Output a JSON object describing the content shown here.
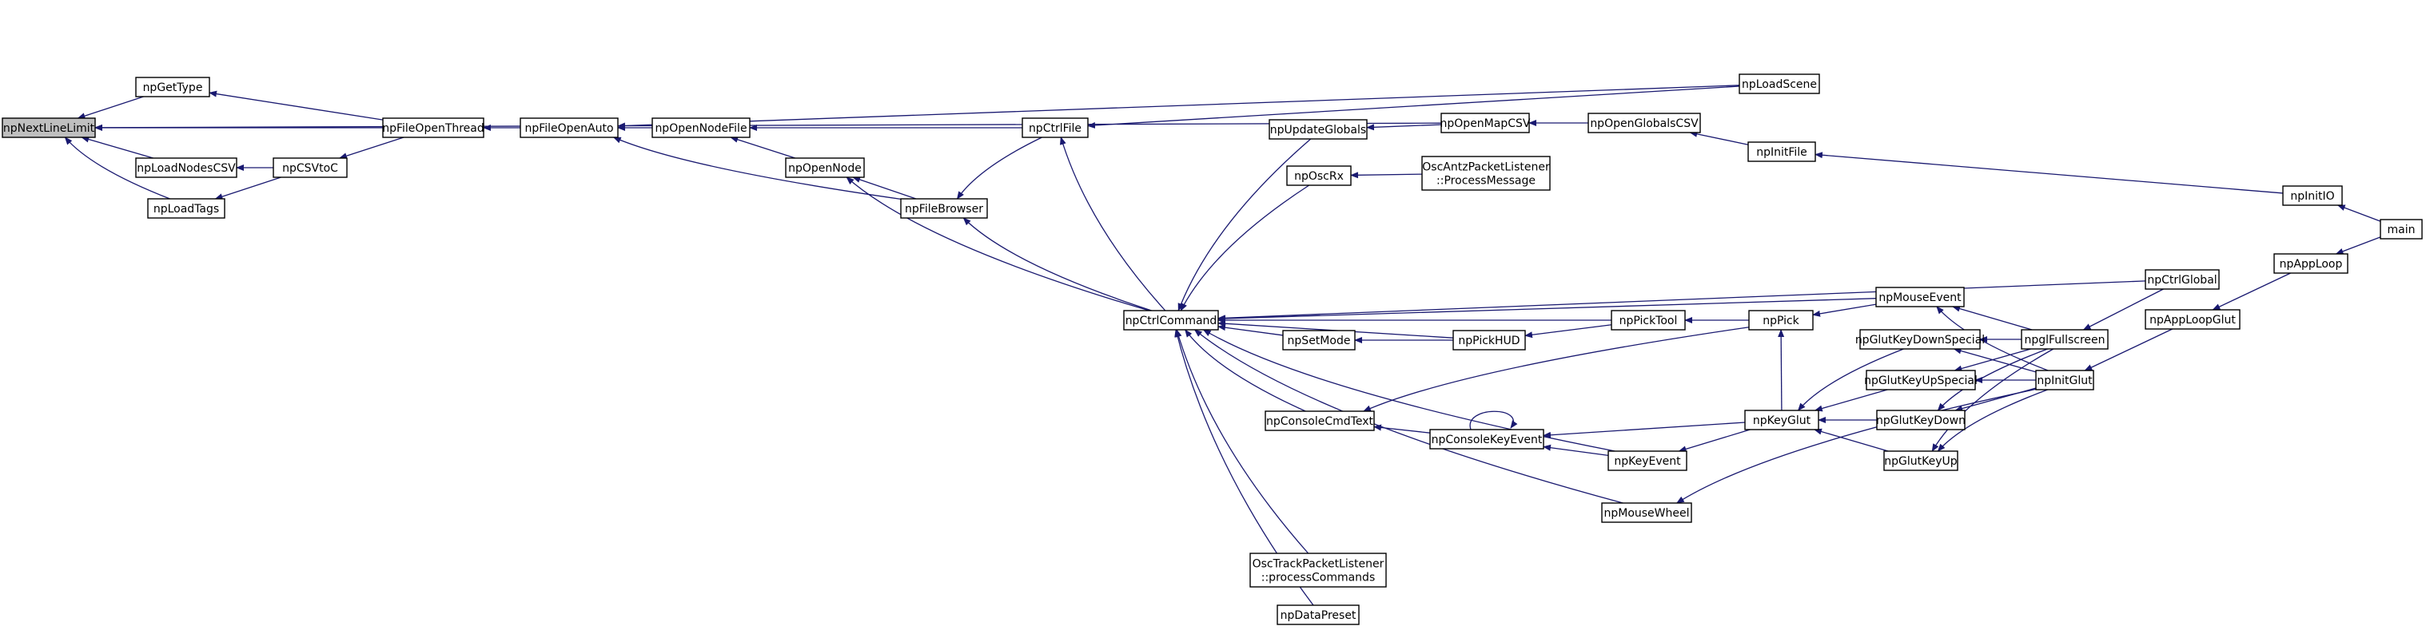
{
  "diagram": {
    "type": "call-graph",
    "colors": {
      "edge": "#191970",
      "root_fill": "#bfbfbf",
      "node_fill": "#ffffff",
      "border": "#000000"
    },
    "nodes": [
      {
        "id": "npNextLineLimit",
        "lines": [
          "npNextLineLimit"
        ],
        "root": true
      },
      {
        "id": "npGetType",
        "lines": [
          "npGetType"
        ]
      },
      {
        "id": "npLoadNodesCSV",
        "lines": [
          "npLoadNodesCSV"
        ]
      },
      {
        "id": "npLoadTags",
        "lines": [
          "npLoadTags"
        ]
      },
      {
        "id": "npCSVtoC",
        "lines": [
          "npCSVtoC"
        ]
      },
      {
        "id": "npFileOpenThread",
        "lines": [
          "npFileOpenThread"
        ]
      },
      {
        "id": "npFileOpenAuto",
        "lines": [
          "npFileOpenAuto"
        ]
      },
      {
        "id": "npOpenNodeFile",
        "lines": [
          "npOpenNodeFile"
        ]
      },
      {
        "id": "npOpenNode",
        "lines": [
          "npOpenNode"
        ]
      },
      {
        "id": "npFileBrowser",
        "lines": [
          "npFileBrowser"
        ]
      },
      {
        "id": "npCtrlFile",
        "lines": [
          "npCtrlFile"
        ]
      },
      {
        "id": "npCtrlCommand",
        "lines": [
          "npCtrlCommand"
        ]
      },
      {
        "id": "npUpdateGlobals",
        "lines": [
          "npUpdateGlobals"
        ]
      },
      {
        "id": "npOscRx",
        "lines": [
          "npOscRx"
        ]
      },
      {
        "id": "npSetMode",
        "lines": [
          "npSetMode"
        ]
      },
      {
        "id": "npConsoleCmdText",
        "lines": [
          "npConsoleCmdText"
        ]
      },
      {
        "id": "OscTrackPacketListener",
        "lines": [
          "OscTrackPacketListener",
          "::processCommands"
        ]
      },
      {
        "id": "npDataPreset",
        "lines": [
          "npDataPreset"
        ]
      },
      {
        "id": "npOpenMapCSV",
        "lines": [
          "npOpenMapCSV"
        ]
      },
      {
        "id": "OscAntzPacketListener",
        "lines": [
          "OscAntzPacketListener",
          "::ProcessMessage"
        ]
      },
      {
        "id": "npPickHUD",
        "lines": [
          "npPickHUD"
        ]
      },
      {
        "id": "npConsoleKeyEvent",
        "lines": [
          "npConsoleKeyEvent"
        ]
      },
      {
        "id": "npOpenGlobalsCSV",
        "lines": [
          "npOpenGlobalsCSV"
        ]
      },
      {
        "id": "npPickTool",
        "lines": [
          "npPickTool"
        ]
      },
      {
        "id": "npKeyEvent",
        "lines": [
          "npKeyEvent"
        ]
      },
      {
        "id": "npMouseWheel",
        "lines": [
          "npMouseWheel"
        ]
      },
      {
        "id": "npLoadScene",
        "lines": [
          "npLoadScene"
        ]
      },
      {
        "id": "npInitFile",
        "lines": [
          "npInitFile"
        ]
      },
      {
        "id": "npPick",
        "lines": [
          "npPick"
        ]
      },
      {
        "id": "npKeyGlut",
        "lines": [
          "npKeyGlut"
        ]
      },
      {
        "id": "npMouseEvent",
        "lines": [
          "npMouseEvent"
        ]
      },
      {
        "id": "npGlutKeyDownSpecial",
        "lines": [
          "npGlutKeyDownSpecial"
        ]
      },
      {
        "id": "npGlutKeyUpSpecial",
        "lines": [
          "npGlutKeyUpSpecial"
        ]
      },
      {
        "id": "npGlutKeyDown",
        "lines": [
          "npGlutKeyDown"
        ]
      },
      {
        "id": "npGlutKeyUp",
        "lines": [
          "npGlutKeyUp"
        ]
      },
      {
        "id": "npglFullscreen",
        "lines": [
          "npglFullscreen"
        ]
      },
      {
        "id": "npInitGlut",
        "lines": [
          "npInitGlut"
        ]
      },
      {
        "id": "npCtrlGlobal",
        "lines": [
          "npCtrlGlobal"
        ]
      },
      {
        "id": "npAppLoopGlut",
        "lines": [
          "npAppLoopGlut"
        ]
      },
      {
        "id": "npAppLoop",
        "lines": [
          "npAppLoop"
        ]
      },
      {
        "id": "npInitIO",
        "lines": [
          "npInitIO"
        ]
      },
      {
        "id": "main",
        "lines": [
          "main"
        ]
      }
    ],
    "edges": [
      {
        "from": "npGetType",
        "to": "npNextLineLimit"
      },
      {
        "from": "npLoadNodesCSV",
        "to": "npNextLineLimit"
      },
      {
        "from": "npLoadTags",
        "to": "npNextLineLimit"
      },
      {
        "from": "npFileOpenThread",
        "to": "npNextLineLimit"
      },
      {
        "from": "npOpenMapCSV",
        "to": "npNextLineLimit"
      },
      {
        "from": "npFileOpenThread",
        "to": "npGetType"
      },
      {
        "from": "npCSVtoC",
        "to": "npLoadNodesCSV"
      },
      {
        "from": "npCSVtoC",
        "to": "npLoadTags"
      },
      {
        "from": "npFileOpenThread",
        "to": "npCSVtoC"
      },
      {
        "from": "npFileOpenAuto",
        "to": "npFileOpenThread"
      },
      {
        "from": "npOpenNodeFile",
        "to": "npFileOpenAuto"
      },
      {
        "from": "npFileBrowser",
        "to": "npFileOpenAuto"
      },
      {
        "from": "npLoadScene",
        "to": "npFileOpenAuto"
      },
      {
        "from": "npCtrlFile",
        "to": "npOpenNodeFile"
      },
      {
        "from": "npOpenNode",
        "to": "npOpenNodeFile"
      },
      {
        "from": "npFileBrowser",
        "to": "npOpenNode"
      },
      {
        "from": "npCtrlCommand",
        "to": "npOpenNode"
      },
      {
        "from": "npCtrlFile",
        "to": "npFileBrowser"
      },
      {
        "from": "npCtrlCommand",
        "to": "npFileBrowser"
      },
      {
        "from": "npCtrlCommand",
        "to": "npCtrlFile"
      },
      {
        "from": "npLoadScene",
        "to": "npCtrlFile"
      },
      {
        "from": "npUpdateGlobals",
        "to": "npCtrlCommand"
      },
      {
        "from": "npOscRx",
        "to": "npCtrlCommand"
      },
      {
        "from": "npSetMode",
        "to": "npCtrlCommand"
      },
      {
        "from": "npConsoleCmdText",
        "to": "npCtrlCommand"
      },
      {
        "from": "OscTrackPacketListener",
        "to": "npCtrlCommand"
      },
      {
        "from": "npDataPreset",
        "to": "npCtrlCommand"
      },
      {
        "from": "npPickHUD",
        "to": "npCtrlCommand"
      },
      {
        "from": "npPickTool",
        "to": "npCtrlCommand"
      },
      {
        "from": "npKeyEvent",
        "to": "npCtrlCommand"
      },
      {
        "from": "npMouseWheel",
        "to": "npCtrlCommand"
      },
      {
        "from": "npMouseEvent",
        "to": "npCtrlCommand"
      },
      {
        "from": "npCtrlGlobal",
        "to": "npCtrlCommand"
      },
      {
        "from": "npOpenMapCSV",
        "to": "npUpdateGlobals"
      },
      {
        "from": "npOpenGlobalsCSV",
        "to": "npOpenMapCSV"
      },
      {
        "from": "npInitFile",
        "to": "npOpenGlobalsCSV"
      },
      {
        "from": "npInitIO",
        "to": "npInitFile"
      },
      {
        "from": "main",
        "to": "npInitIO"
      },
      {
        "from": "OscAntzPacketListener",
        "to": "npOscRx"
      },
      {
        "from": "npPickHUD",
        "to": "npSetMode"
      },
      {
        "from": "npPickTool",
        "to": "npPickHUD"
      },
      {
        "from": "npPick",
        "to": "npPickTool"
      },
      {
        "from": "npMouseEvent",
        "to": "npPick"
      },
      {
        "from": "npKeyGlut",
        "to": "npPick"
      },
      {
        "from": "npPick",
        "to": "npConsoleCmdText"
      },
      {
        "from": "npConsoleKeyEvent",
        "to": "npConsoleCmdText"
      },
      {
        "from": "npConsoleKeyEvent",
        "to": "npConsoleKeyEvent"
      },
      {
        "from": "npKeyGlut",
        "to": "npConsoleKeyEvent"
      },
      {
        "from": "npKeyEvent",
        "to": "npConsoleKeyEvent"
      },
      {
        "from": "npKeyGlut",
        "to": "npKeyEvent"
      },
      {
        "from": "npGlutKeyDownSpecial",
        "to": "npKeyGlut"
      },
      {
        "from": "npGlutKeyUpSpecial",
        "to": "npKeyGlut"
      },
      {
        "from": "npGlutKeyDown",
        "to": "npKeyGlut"
      },
      {
        "from": "npGlutKeyUp",
        "to": "npKeyGlut"
      },
      {
        "from": "npInitGlut",
        "to": "npMouseWheel"
      },
      {
        "from": "npglFullscreen",
        "to": "npMouseEvent"
      },
      {
        "from": "npInitGlut",
        "to": "npMouseEvent"
      },
      {
        "from": "npglFullscreen",
        "to": "npGlutKeyDownSpecial"
      },
      {
        "from": "npInitGlut",
        "to": "npGlutKeyDownSpecial"
      },
      {
        "from": "npglFullscreen",
        "to": "npGlutKeyUpSpecial"
      },
      {
        "from": "npInitGlut",
        "to": "npGlutKeyUpSpecial"
      },
      {
        "from": "npglFullscreen",
        "to": "npGlutKeyDown"
      },
      {
        "from": "npInitGlut",
        "to": "npGlutKeyDown"
      },
      {
        "from": "npglFullscreen",
        "to": "npGlutKeyUp"
      },
      {
        "from": "npInitGlut",
        "to": "npGlutKeyUp"
      },
      {
        "from": "npCtrlGlobal",
        "to": "npglFullscreen"
      },
      {
        "from": "npAppLoopGlut",
        "to": "npInitGlut"
      },
      {
        "from": "npAppLoop",
        "to": "npAppLoopGlut"
      },
      {
        "from": "main",
        "to": "npAppLoop"
      }
    ]
  }
}
